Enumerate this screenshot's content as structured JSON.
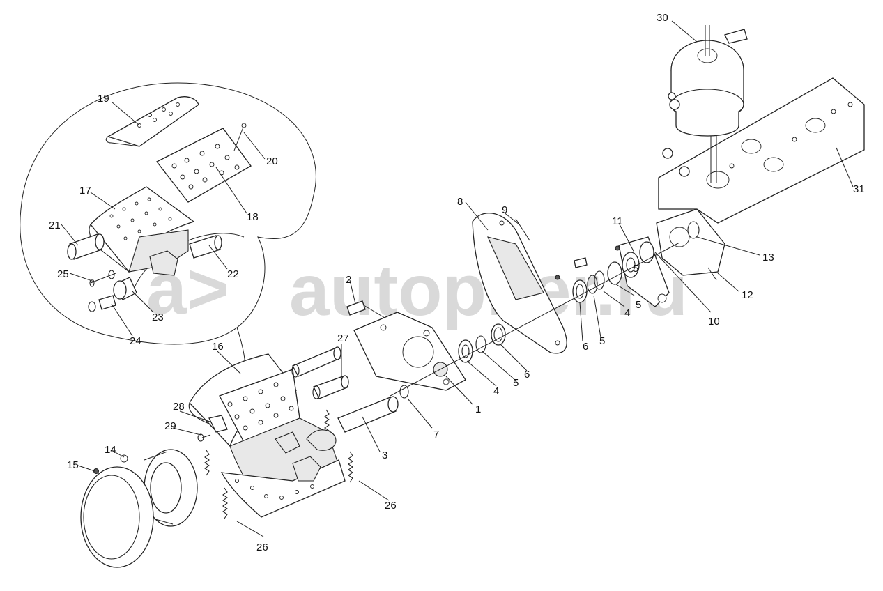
{
  "watermark": {
    "logo_text": "a>",
    "site_text": "autopiter.ru"
  },
  "labels": {
    "l1": "1",
    "l2": "2",
    "l3": "3",
    "l4a": "4",
    "l4b": "4",
    "l5a": "5",
    "l5b": "5",
    "l5c": "5",
    "l5d": "5",
    "l6a": "6",
    "l6b": "6",
    "l7": "7",
    "l8": "8",
    "l9": "9",
    "l10": "10",
    "l11": "11",
    "l12": "12",
    "l13": "13",
    "l14": "14",
    "l15": "15",
    "l16": "16",
    "l17": "17",
    "l18": "18",
    "l19": "19",
    "l20": "20",
    "l21": "21",
    "l22": "22",
    "l23": "23",
    "l24": "24",
    "l25": "25",
    "l26a": "26",
    "l26b": "26",
    "l27": "27",
    "l28": "28",
    "l29": "29",
    "l30": "30",
    "l31": "31"
  }
}
